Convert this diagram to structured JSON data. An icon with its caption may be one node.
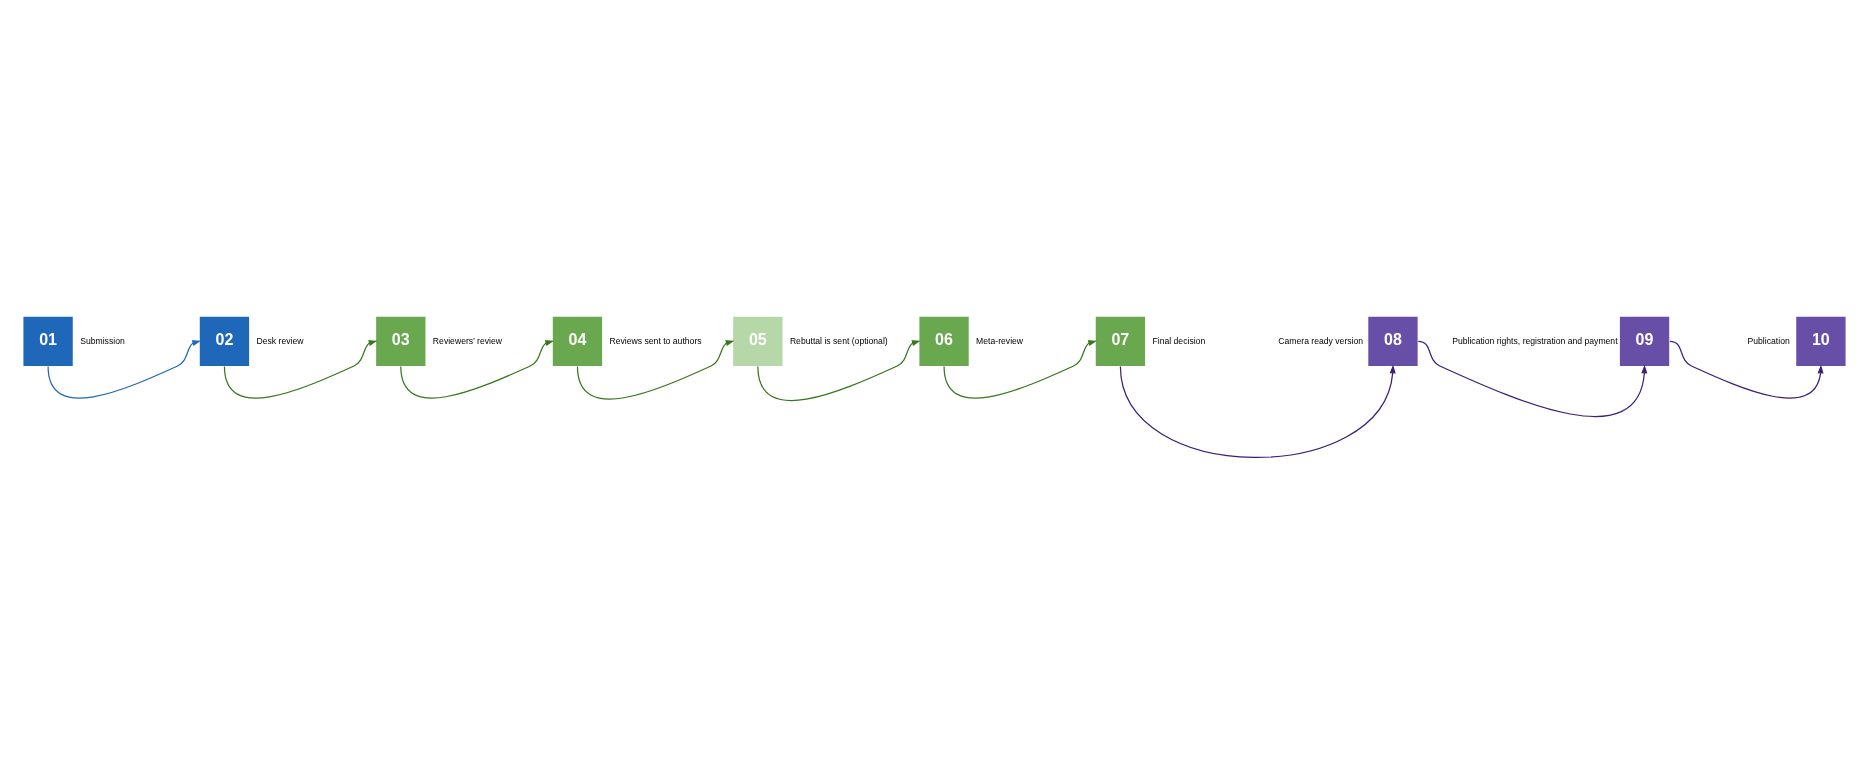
{
  "diagram": {
    "nodes": [
      {
        "text": [
          "01"
        ],
        "beside": [
          "Submission"
        ]
      },
      {
        "text": [
          "02"
        ],
        "beside": [
          "Desk review"
        ]
      },
      {
        "text": [
          "03"
        ],
        "beside": [
          "Reviewers’ review"
        ]
      },
      {
        "text": [
          "04"
        ],
        "beside": [
          "Reviews sent to authors"
        ]
      },
      {
        "text": [
          "05"
        ],
        "beside": [
          "Rebuttal is sent (optional)"
        ]
      },
      {
        "text": [
          "06"
        ],
        "beside": [
          "Meta-review"
        ]
      },
      {
        "text": [
          "07"
        ],
        "beside": [
          "Final decision"
        ]
      },
      {
        "text": [
          "08"
        ],
        "beside": [
          "Camera ready version"
        ]
      },
      {
        "text": [
          "09"
        ],
        "beside": [
          "Publication rights, registration and payment"
        ]
      },
      {
        "text": [
          "10"
        ],
        "beside": [
          "Publication"
        ]
      }
    ],
    "edges": [
      {
        "from": 0,
        "to": 1,
        "arrow": "to",
        "color": "#1f67b9"
      },
      {
        "from": 1,
        "to": 2,
        "arrow": "to"
      },
      {
        "from": 2,
        "to": 3,
        "arrow": "to"
      },
      {
        "from": 3,
        "to": 4,
        "arrow": "to"
      },
      {
        "from": 4,
        "to": 5,
        "arrow": "to"
      },
      {
        "from": 5,
        "to": 6,
        "arrow": "to"
      },
      {
        "from": 6,
        "to": 7,
        "arrow": "to",
        "color": "#3b1f7a"
      },
      {
        "from": 7,
        "to": 8,
        "arrow": "to",
        "color": "#3b1f7a"
      },
      {
        "from": 8,
        "to": 9,
        "arrow": "to",
        "color": "#3b1f7a"
      }
    ]
  }
}
